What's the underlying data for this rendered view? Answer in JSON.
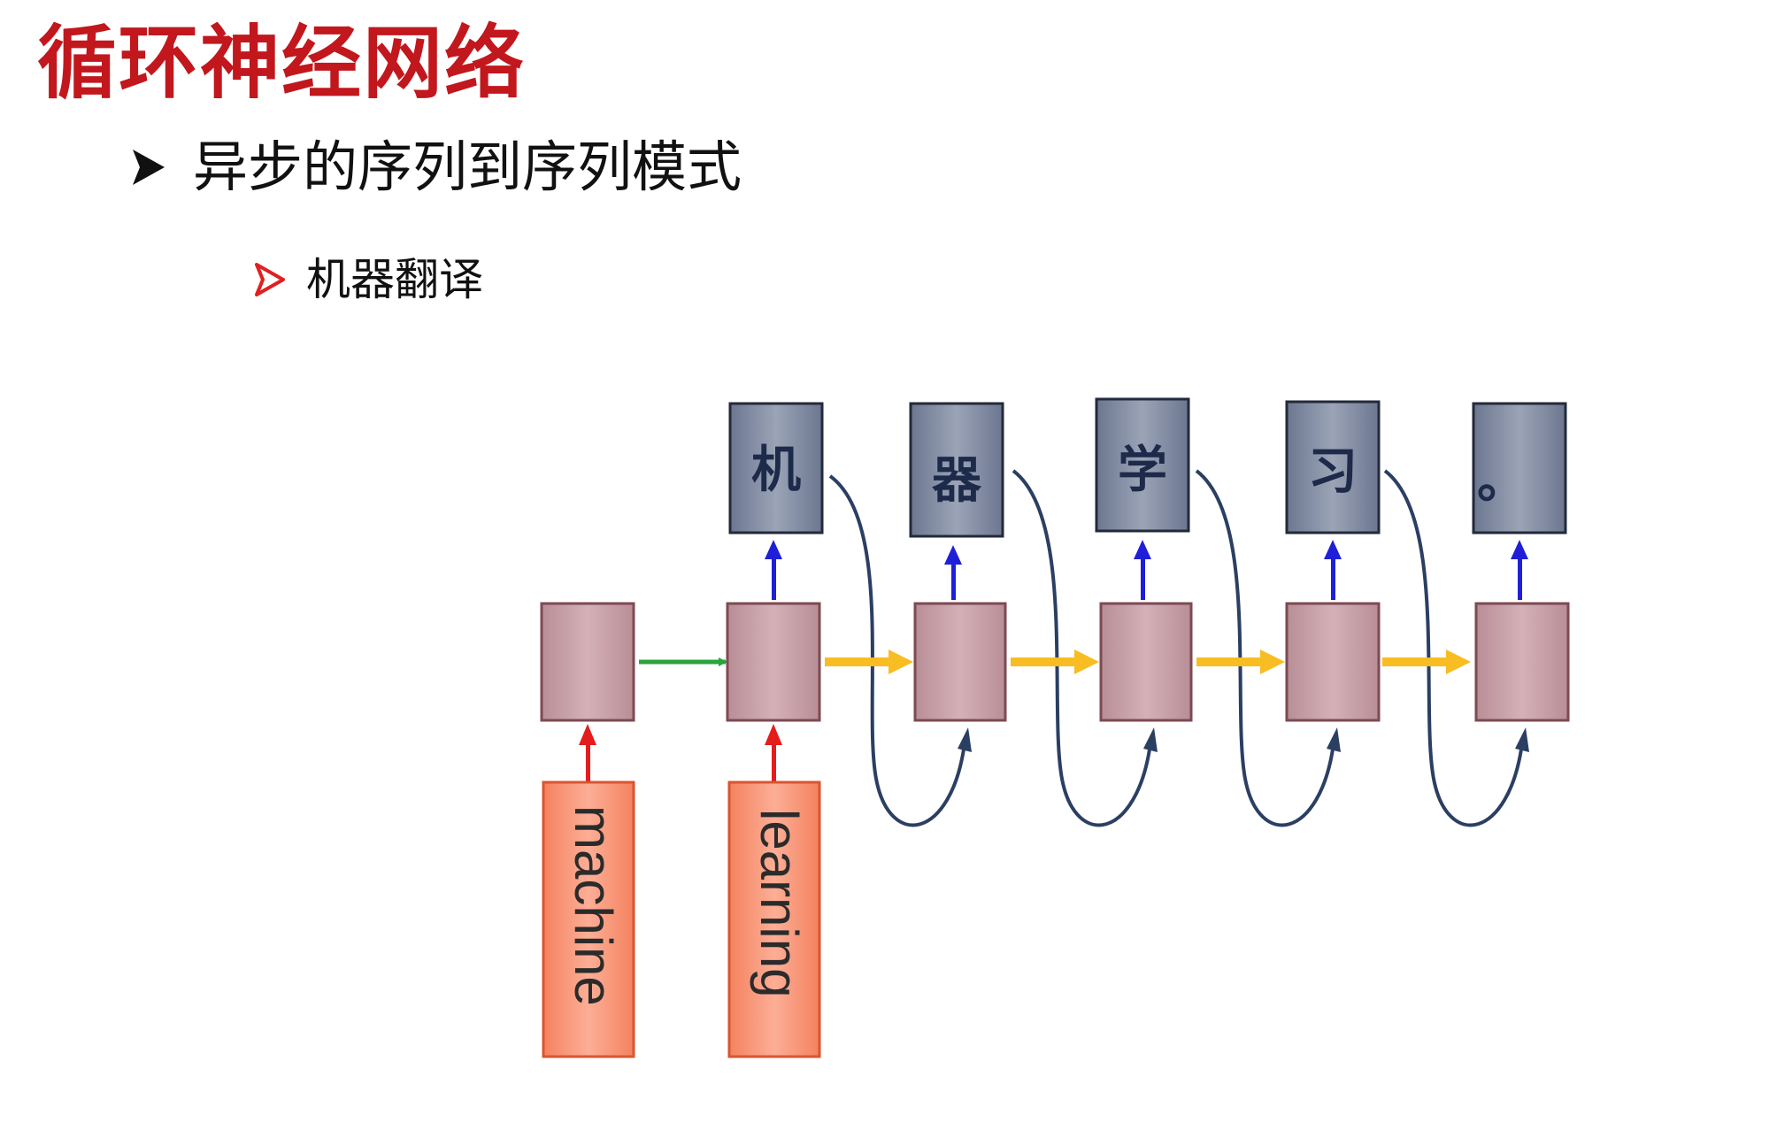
{
  "title": "循环神经网络",
  "bullet1": "异步的序列到序列模式",
  "bullet2": "机器翻译",
  "colors": {
    "title": "#c1171d",
    "bullet2_marker": "#e02020",
    "rnn_cell": "#c29aa1",
    "output_box": "#7a8499",
    "input_box": "#f88e72",
    "encoder_arrow": "#2aa33c",
    "decoder_arrow": "#f7bd22",
    "output_arrow": "#1f1fd8",
    "input_arrow": "#e51c1c",
    "feedback_curve": "#2b3f63"
  },
  "diagram": {
    "inputs": [
      "machine",
      "learning"
    ],
    "outputs": [
      "机",
      "器",
      "学",
      "习",
      "。"
    ]
  }
}
